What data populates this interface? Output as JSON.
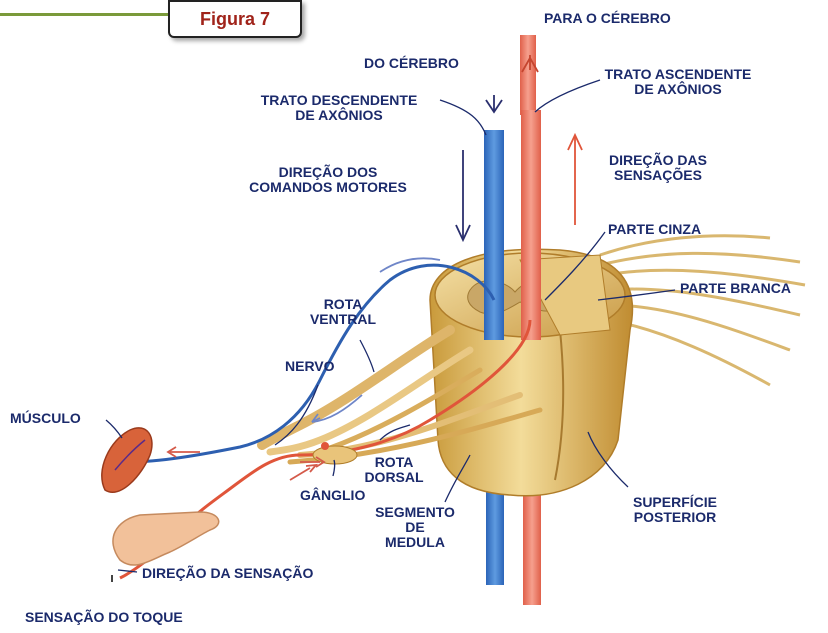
{
  "figure": {
    "label": "Figura 7"
  },
  "labels": {
    "to_brain": "PARA O CÉREBRO",
    "from_brain": "DO CÉREBRO",
    "descending_tract_1": "TRATO DESCENDENTE",
    "descending_tract_2": "DE AXÔNIOS",
    "ascending_tract_1": "TRATO ASCENDENTE",
    "ascending_tract_2": "DE AXÔNIOS",
    "motor_direction_1": "DIREÇÃO DOS",
    "motor_direction_2": "COMANDOS MOTORES",
    "sensation_direction_1": "DIREÇÃO DAS",
    "sensation_direction_2": "SENSAÇÕES",
    "gray_matter": "PARTE CINZA",
    "white_matter": "PARTE BRANCA",
    "ventral_route_1": "ROTA",
    "ventral_route_2": "VENTRAL",
    "nerve": "NERVO",
    "muscle": "MÚSCULO",
    "dorsal_route_1": "ROTA",
    "dorsal_route_2": "DORSAL",
    "ganglion": "GÂNGLIO",
    "segment_1": "SEGMENTO",
    "segment_2": "DE",
    "segment_3": "MEDULA",
    "posterior_1": "SUPERFÍCIE",
    "posterior_2": "POSTERIOR",
    "touch_direction": "DIREÇÃO DA SENSAÇÃO",
    "touch_sensation": "SENSAÇÃO DO TOQUE"
  }
}
